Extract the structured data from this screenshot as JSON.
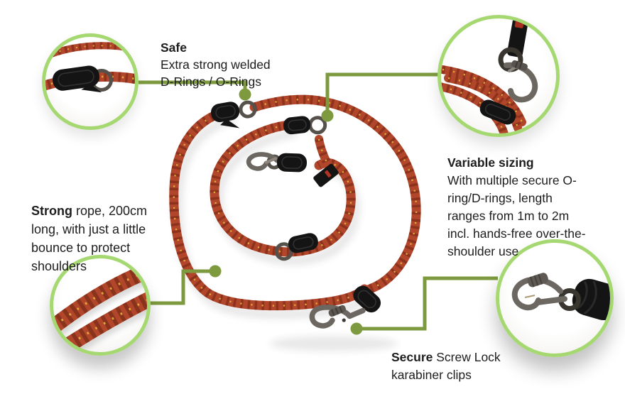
{
  "colors": {
    "connector_green": "#7d9b3e",
    "circle_border_green": "#a5d871",
    "text_color": "#1d1d1d",
    "rope_red": "#b2462a",
    "rope_fleck_yellow": "#e2b33c",
    "metal_gray": "#6c6761",
    "fitting_black": "#141414",
    "background": "#ffffff"
  },
  "callouts": {
    "safe": {
      "title": "Safe",
      "body": "Extra strong welded\nD-Rings / O-Rings"
    },
    "variable_sizing": {
      "title": "Variable sizing",
      "body": "With multiple secure O-\nring/D-rings, length\nranges from 1m to 2m\nincl. hands-free over-the-\nshoulder use"
    },
    "strong": {
      "lead": "Strong",
      "body": " rope, 200cm\nlong, with just a little\nbounce to protect\nshoulders"
    },
    "secure": {
      "lead": "Secure",
      "body": " Screw Lock\nkarabiner clips"
    }
  },
  "images": {
    "product": "coiled-red-rope-dog-leash-with-karabiners",
    "circle_top_left": "welded-d-ring-and-sleeve-closeup",
    "circle_top_right": "karabiner-clipped-to-o-ring-closeup",
    "circle_bottom_left": "rope-weave-texture-closeup",
    "circle_bottom_right": "screw-lock-karabiner-closeup"
  }
}
